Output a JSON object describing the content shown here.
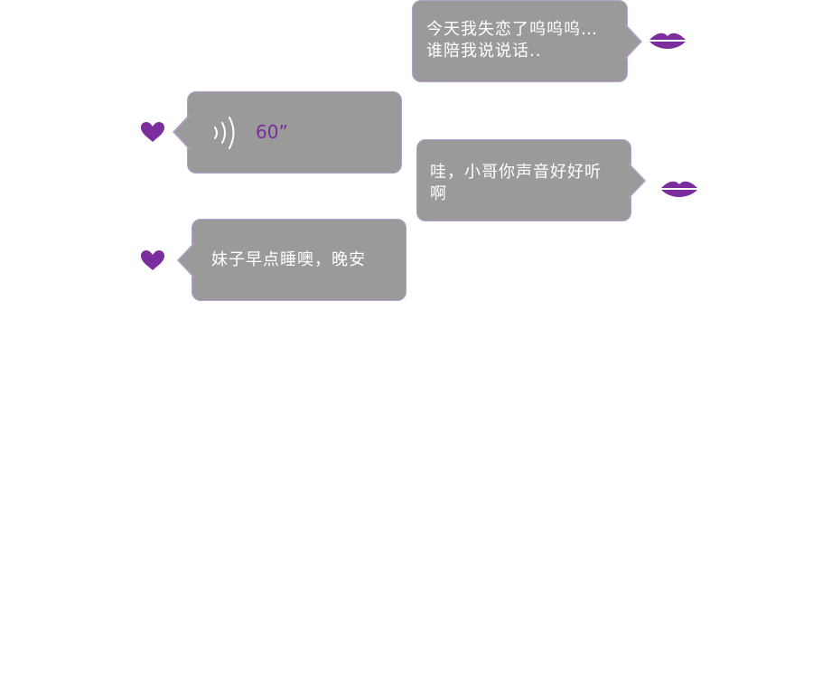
{
  "messages": [
    {
      "side": "right",
      "avatar": "lips-icon",
      "text": "今天我失恋了呜呜呜…\n谁陪我说说话.."
    },
    {
      "side": "left",
      "avatar": "heart-icon",
      "type": "voice",
      "duration": "60”"
    },
    {
      "side": "right",
      "avatar": "lips-icon",
      "text": "哇，小哥你声音好好听\n啊"
    },
    {
      "side": "left",
      "avatar": "heart-icon",
      "text": "妹子早点睡噢，晚安"
    }
  ],
  "colors": {
    "bubble_fill": "#9a9a9a",
    "bubble_border": "#b79fcc",
    "accent_purple": "#7b2d9e",
    "text": "#ffffff"
  }
}
